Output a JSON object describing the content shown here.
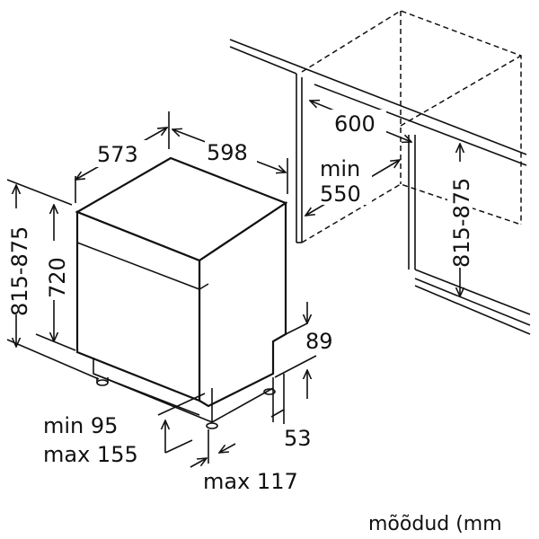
{
  "dimensions": {
    "depth": "573",
    "width": "598",
    "niche_width": "600",
    "niche_depth_min_label": "min",
    "niche_depth_min_value": "550",
    "niche_height": "815-875",
    "total_height": "815-875",
    "body_height": "720",
    "plinth_gap": "89",
    "foot_offset": "53",
    "plinth_height_min": "min 95",
    "plinth_height_max": "max 155",
    "foot_depth_max": "max 117"
  },
  "caption": "mõõdud (mm"
}
